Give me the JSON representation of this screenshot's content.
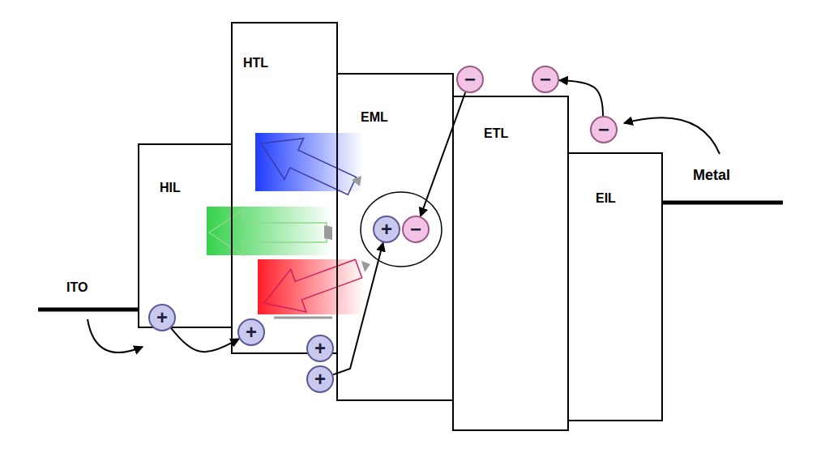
{
  "diagram": {
    "nodes": [
      {
        "text": [
          "HIL"
        ]
      },
      {
        "text": [
          "HTL"
        ]
      },
      {
        "text": [
          "EML"
        ]
      },
      {
        "text": [
          "ETL"
        ]
      },
      {
        "text": [
          "EIL"
        ]
      },
      {
        "text": [
          "+"
        ]
      },
      {
        "text": [
          "+"
        ]
      },
      {
        "text": [
          "+"
        ]
      },
      {
        "text": [
          "+"
        ]
      },
      {
        "text": [
          "+"
        ],
        "in": 2
      },
      {
        "text": [
          "−"
        ],
        "in": 2
      },
      {
        "text": [
          "−"
        ]
      },
      {
        "text": [
          "−"
        ]
      },
      {
        "text": [
          "−"
        ]
      }
    ],
    "edges": [
      {
        "from": 5,
        "to": 6,
        "arrow": "to"
      },
      {
        "from": 8,
        "to": 9,
        "arrow": "to"
      },
      {
        "from": 11,
        "to": 10,
        "arrow": "to"
      },
      {
        "from": 13,
        "to": 12,
        "arrow": "to"
      }
    ],
    "labels": [
      "ITO",
      "Metal"
    ]
  }
}
